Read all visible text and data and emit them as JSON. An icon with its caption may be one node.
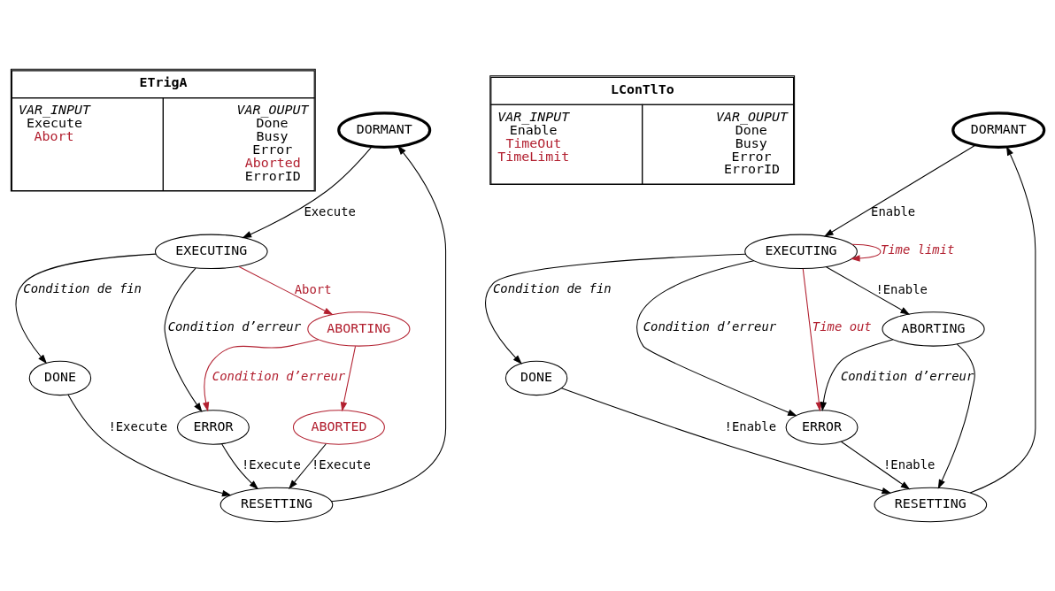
{
  "diagram": {
    "nodes": [
      {
        "text": [
          "ETrigA",
          "VAR_INPUT",
          "Execute",
          "Abort",
          "VAR_OUPUT",
          "Done",
          "Busy",
          "Error",
          "Aborted",
          "ErrorID"
        ]
      },
      {
        "text": [
          "DORMANT"
        ]
      },
      {
        "text": [
          "EXECUTING"
        ]
      },
      {
        "text": [
          "DONE"
        ]
      },
      {
        "text": [
          "ERROR"
        ]
      },
      {
        "text": [
          "ABORTING"
        ]
      },
      {
        "text": [
          "ABORTED"
        ]
      },
      {
        "text": [
          "RESETTING"
        ]
      },
      {
        "text": [
          "LConTlTo",
          "VAR_INPUT",
          "Enable",
          "TimeOut",
          "TimeLimit",
          "VAR_OUPUT",
          "Done",
          "Busy",
          "Error",
          "ErrorID"
        ]
      },
      {
        "text": [
          "DORMANT"
        ]
      },
      {
        "text": [
          "EXECUTING"
        ]
      },
      {
        "text": [
          "DONE"
        ]
      },
      {
        "text": [
          "ERROR"
        ]
      },
      {
        "text": [
          "ABORTING"
        ]
      },
      {
        "text": [
          "RESETTING"
        ]
      }
    ],
    "edges": [
      {
        "from": 1,
        "to": 2,
        "arrow": "to",
        "label": "Execute"
      },
      {
        "from": 2,
        "to": 3,
        "arrow": "to",
        "label": "Condition de fin"
      },
      {
        "from": 2,
        "to": 4,
        "arrow": "to",
        "label": "Condition d’erreur"
      },
      {
        "from": 2,
        "to": 5,
        "arrow": "to",
        "label": "Abort",
        "color": "#b22030"
      },
      {
        "from": 5,
        "to": 4,
        "arrow": "to",
        "label": "Condition d’erreur",
        "color": "#b22030"
      },
      {
        "from": 5,
        "to": 6,
        "arrow": "to",
        "color": "#b22030"
      },
      {
        "from": 3,
        "to": 7,
        "arrow": "to",
        "label": "!Execute"
      },
      {
        "from": 4,
        "to": 7,
        "arrow": "to",
        "label": "!Execute"
      },
      {
        "from": 6,
        "to": 7,
        "arrow": "to",
        "label": "!Execute"
      },
      {
        "from": 7,
        "to": 1,
        "arrow": "to"
      },
      {
        "from": 9,
        "to": 10,
        "arrow": "to",
        "label": "Enable"
      },
      {
        "from": 10,
        "to": 11,
        "arrow": "to",
        "label": "Condition de fin"
      },
      {
        "from": 10,
        "to": 12,
        "arrow": "to",
        "label": "Condition d’erreur"
      },
      {
        "from": 10,
        "to": 12,
        "arrow": "to",
        "label": "Time out",
        "color": "#b22030"
      },
      {
        "from": 10,
        "to": 10,
        "arrow": "to",
        "label": "Time limit",
        "color": "#b22030"
      },
      {
        "from": 10,
        "to": 13,
        "arrow": "to",
        "label": "!Enable"
      },
      {
        "from": 13,
        "to": 12,
        "arrow": "to",
        "label": "Condition d’erreur"
      },
      {
        "from": 11,
        "to": 14,
        "arrow": "to",
        "label": "!Enable"
      },
      {
        "from": 12,
        "to": 14,
        "arrow": "to",
        "label": "!Enable"
      },
      {
        "from": 13,
        "to": 14,
        "arrow": "to"
      },
      {
        "from": 14,
        "to": 9,
        "arrow": "to"
      }
    ]
  }
}
